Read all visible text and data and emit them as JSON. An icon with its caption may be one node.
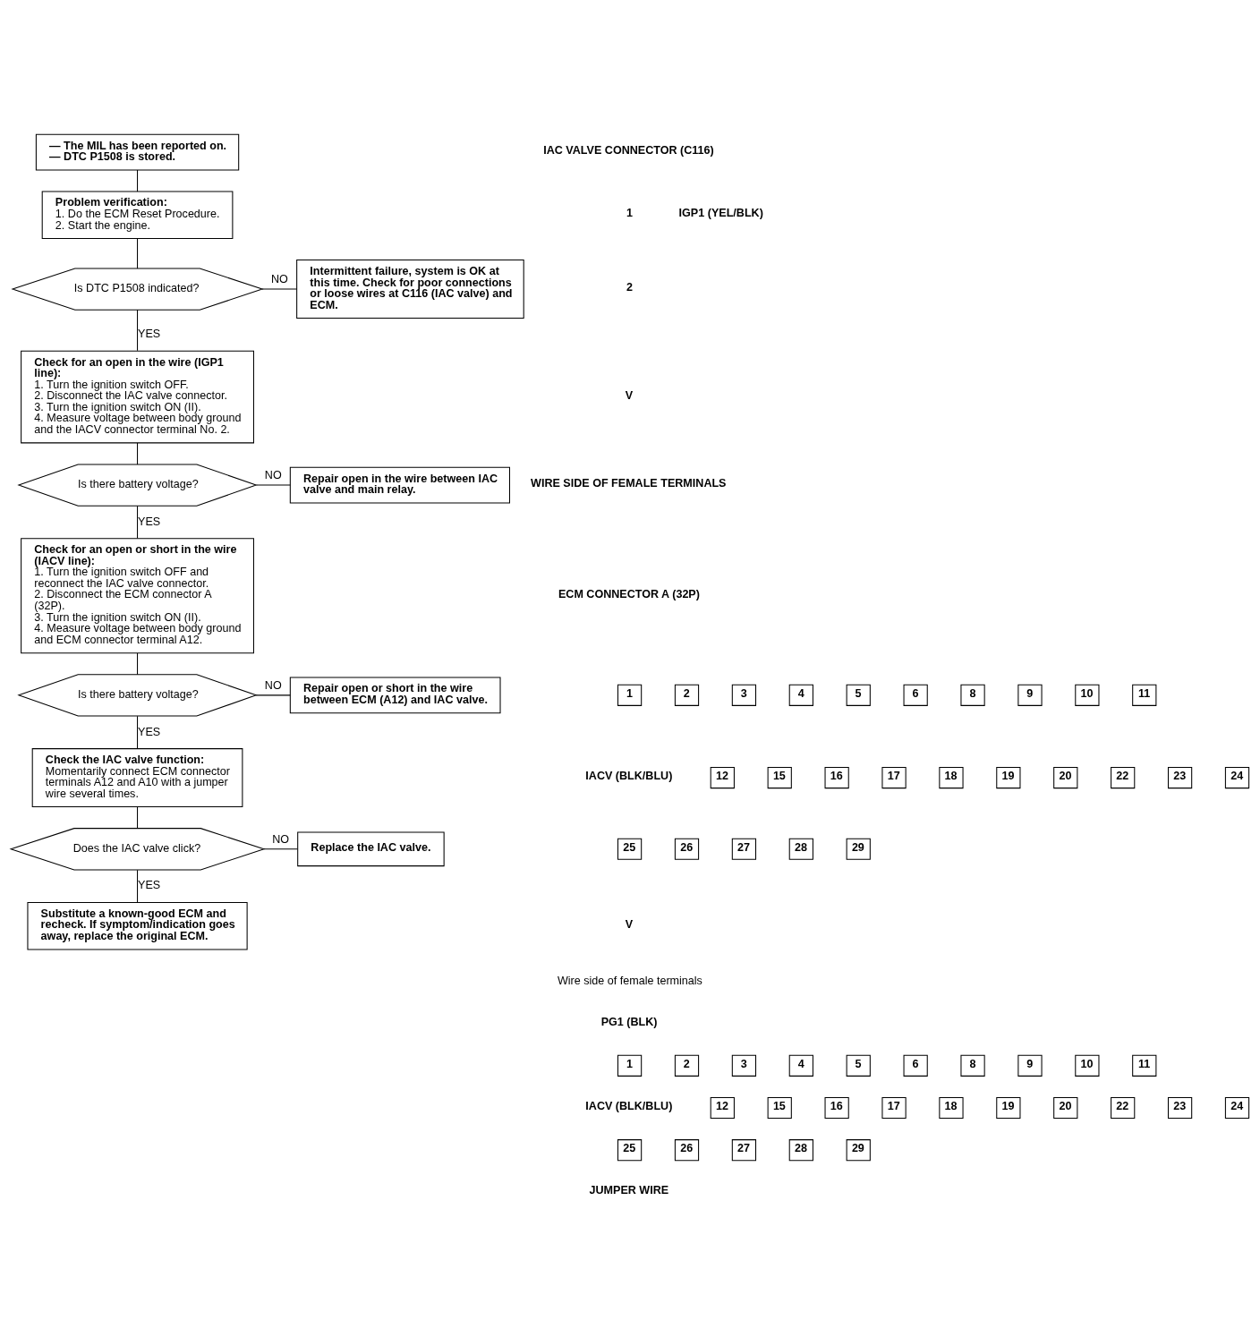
{
  "diagram": {
    "nodes": [
      {
        "text": [
          "— The MIL has been reported on.",
          "— DTC P1508 is stored."
        ]
      },
      {
        "text": [
          "Problem verification:",
          "1. Do the ECM Reset Procedure.",
          "2. Start the engine."
        ]
      },
      {
        "text": [
          "Is DTC P1508 indicated?"
        ]
      },
      {
        "text": [
          "Intermittent failure, system is OK at this time. Check for poor connections or loose wires at C116 (IAC valve) and ECM."
        ]
      },
      {
        "text": [
          "Check for an open in the wire (IGP1 line):",
          "1. Turn the ignition switch OFF.",
          "2. Disconnect the IAC valve connector.",
          "3. Turn the ignition switch ON (II).",
          "4. Measure voltage between body ground and the IACV connector terminal No. 2."
        ]
      },
      {
        "text": [
          "Is there battery voltage?"
        ]
      },
      {
        "text": [
          "Repair open in the wire between IAC valve and main relay."
        ]
      },
      {
        "text": [
          "Check for an open or short in the wire (IACV line):",
          "1. Turn the ignition switch OFF and reconnect the IAC valve connector.",
          "2. Disconnect the ECM connector A (32P).",
          "3. Turn the ignition switch ON (II).",
          "4. Measure voltage between body ground and ECM connector terminal A12."
        ]
      },
      {
        "text": [
          "Is there battery voltage?"
        ]
      },
      {
        "text": [
          "Repair open or short in the wire between ECM (A12) and IAC valve."
        ]
      },
      {
        "text": [
          "Check the IAC valve function:",
          "Momentarily connect ECM connector terminals A12 and A10 with a jumper wire several times."
        ]
      },
      {
        "text": [
          "Does the IAC valve click?"
        ]
      },
      {
        "text": [
          "Replace the IAC valve."
        ]
      },
      {
        "text": [
          "Substitute a known-good ECM and recheck. If symptom/indication goes away, replace the original ECM."
        ]
      }
    ],
    "edges": [
      {
        "from": 0,
        "to": 1,
        "arrow": "none"
      },
      {
        "from": 1,
        "to": 2,
        "arrow": "none"
      },
      {
        "from": 2,
        "to": 3,
        "arrow": "none",
        "label": "NO"
      },
      {
        "from": 2,
        "to": 4,
        "arrow": "none",
        "label": "YES"
      },
      {
        "from": 4,
        "to": 5,
        "arrow": "none"
      },
      {
        "from": 5,
        "to": 6,
        "arrow": "none",
        "label": "NO"
      },
      {
        "from": 5,
        "to": 7,
        "arrow": "none",
        "label": "YES"
      },
      {
        "from": 7,
        "to": 8,
        "arrow": "none"
      },
      {
        "from": 8,
        "to": 9,
        "arrow": "none",
        "label": "NO"
      },
      {
        "from": 8,
        "to": 10,
        "arrow": "none",
        "label": "YES"
      },
      {
        "from": 10,
        "to": 11,
        "arrow": "none"
      },
      {
        "from": 11,
        "to": 12,
        "arrow": "none",
        "label": "NO"
      },
      {
        "from": 11,
        "to": 13,
        "arrow": "none",
        "label": "YES"
      }
    ],
    "labels": [
      "IAC VALVE CONNECTOR (C116)",
      "1",
      "IGP1 (YEL/BLK)",
      "2",
      "V",
      "WIRE SIDE OF FEMALE TERMINALS",
      "ECM CONNECTOR A (32P)",
      "1",
      "2",
      "3",
      "4",
      "5",
      "6",
      "8",
      "9",
      "10",
      "11",
      "IACV (BLK/BLU)",
      "12",
      "15",
      "16",
      "17",
      "18",
      "19",
      "20",
      "22",
      "23",
      "24",
      "25",
      "26",
      "27",
      "28",
      "29",
      "V",
      "Wire side of female terminals",
      "PG1 (BLK)",
      "1",
      "2",
      "3",
      "4",
      "5",
      "6",
      "8",
      "9",
      "10",
      "11",
      "IACV (BLK/BLU)",
      "12",
      "15",
      "16",
      "17",
      "18",
      "19",
      "20",
      "22",
      "23",
      "24",
      "25",
      "26",
      "27",
      "28",
      "29",
      "JUMPER WIRE"
    ]
  }
}
